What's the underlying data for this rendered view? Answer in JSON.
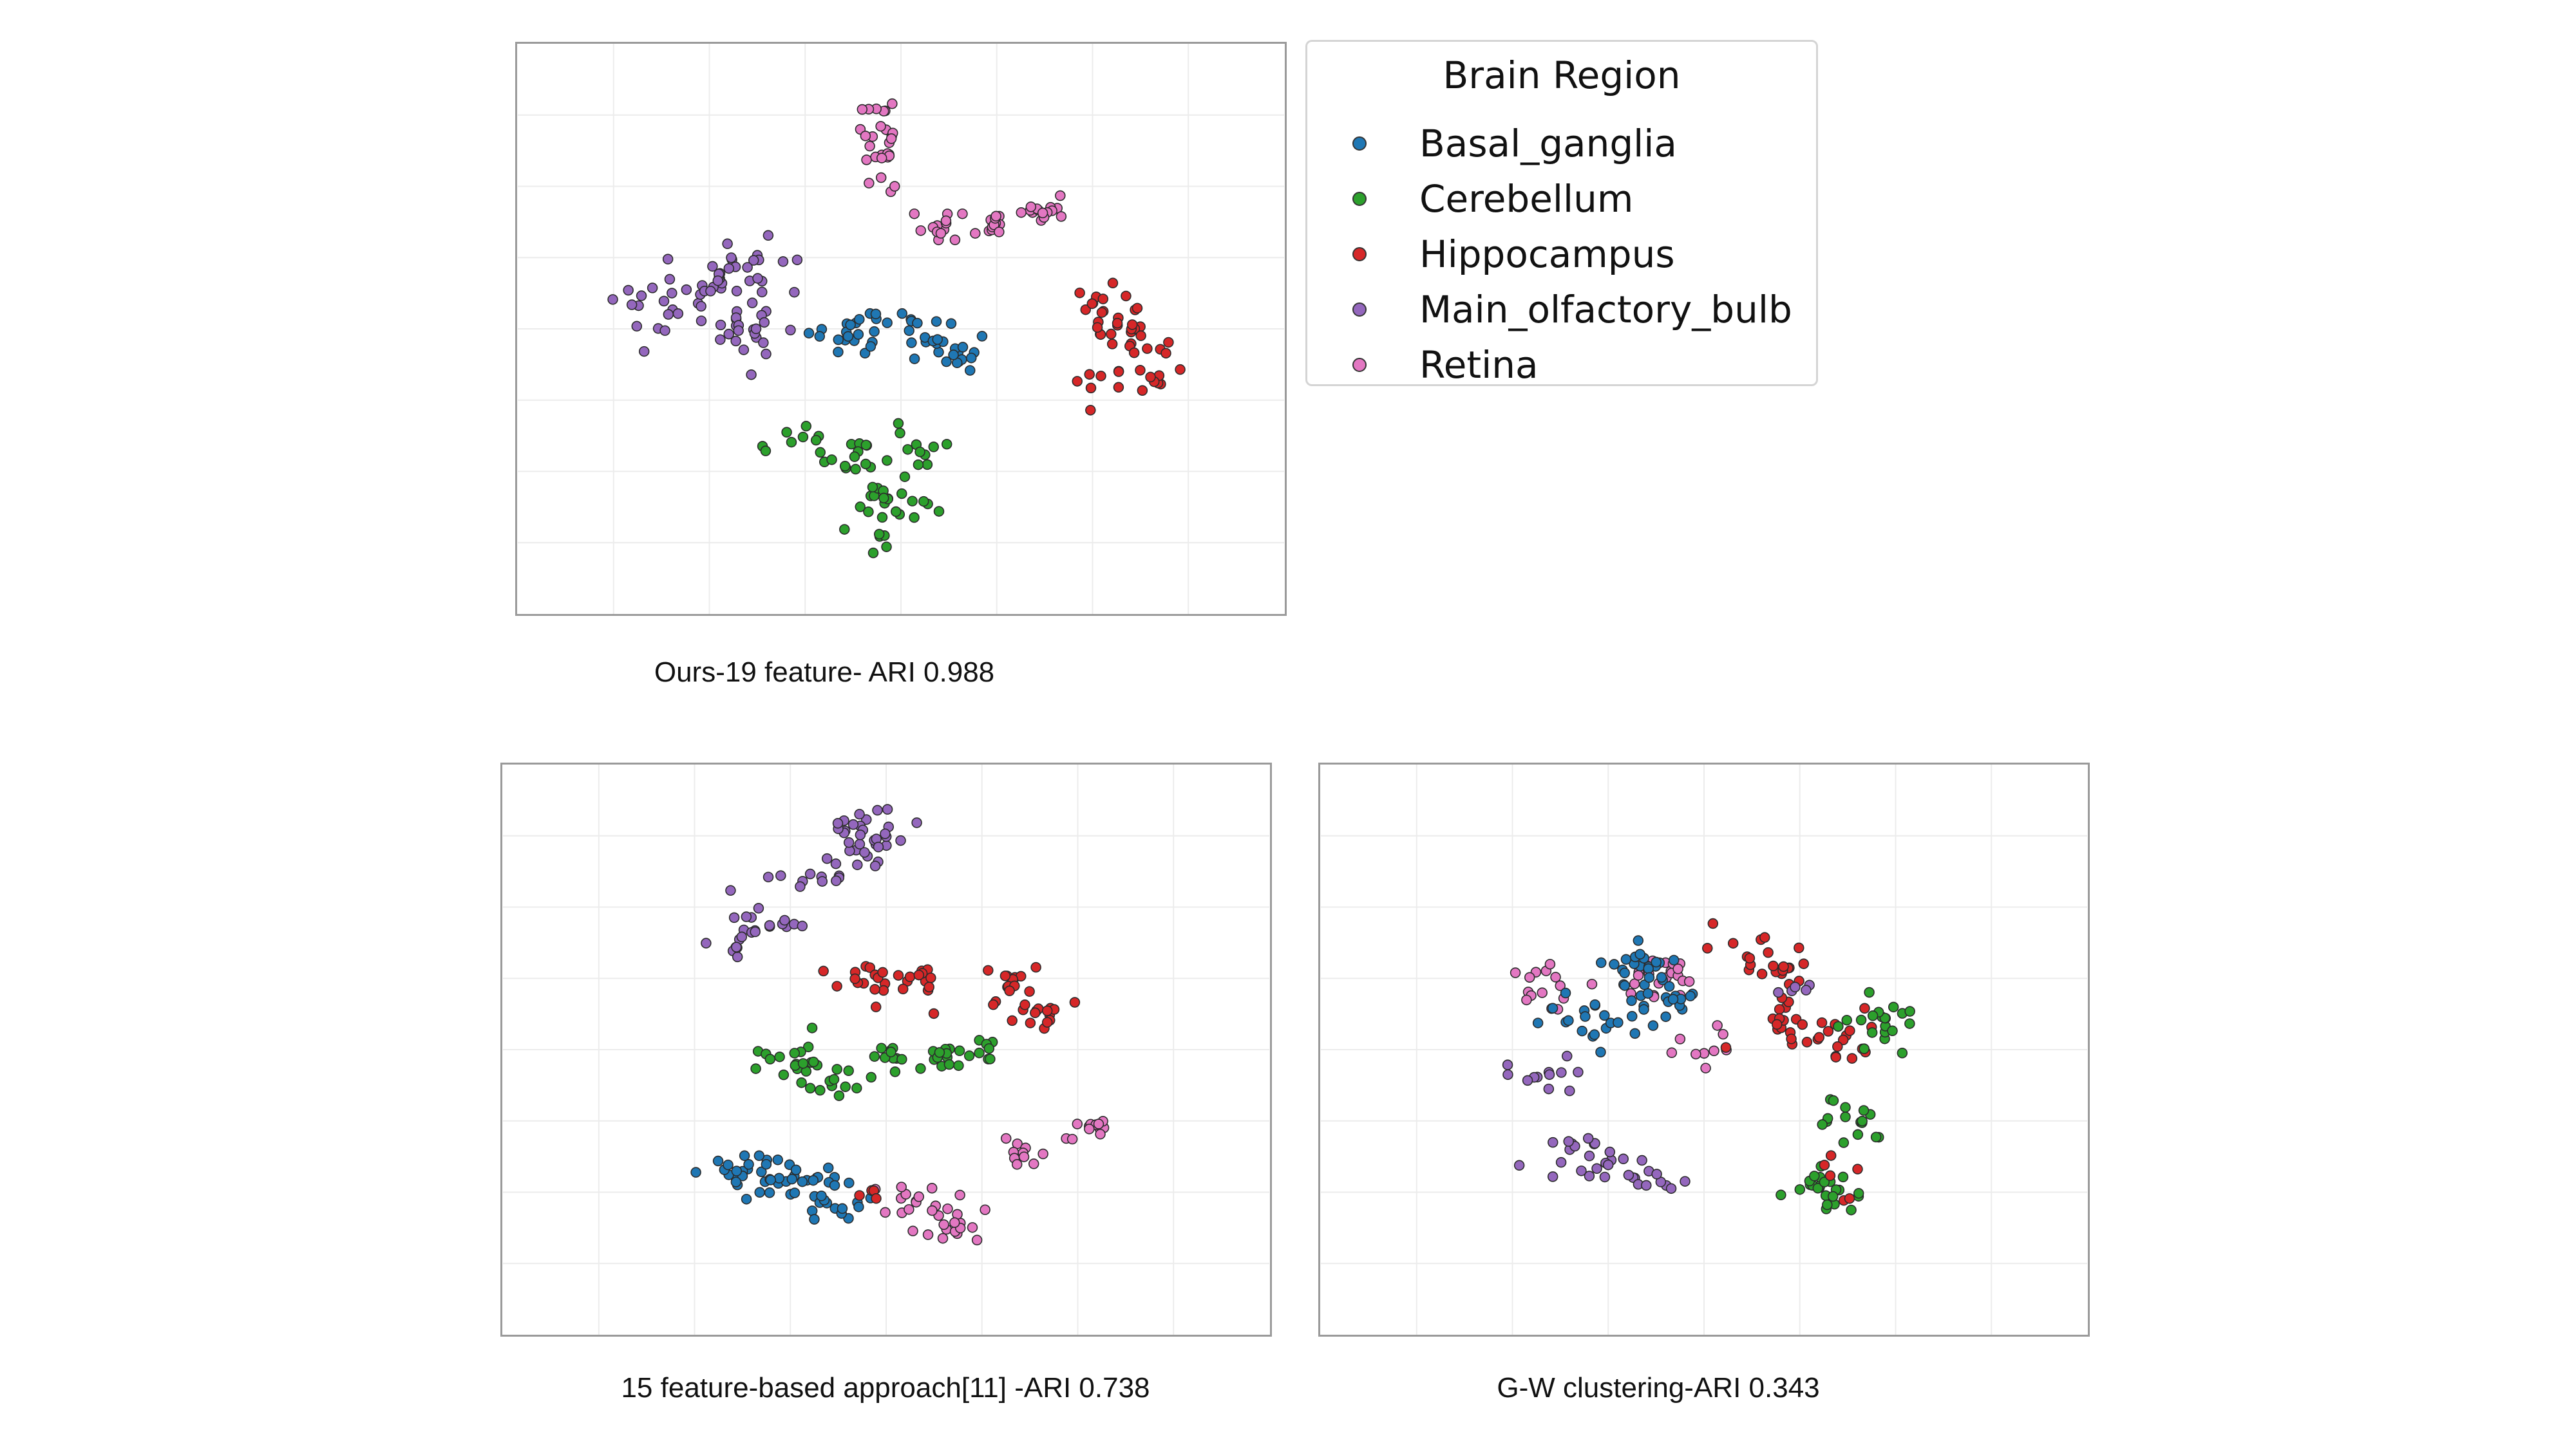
{
  "colors": {
    "Basal_ganglia": "#1f77b4",
    "Cerebellum": "#2ca02c",
    "Hippocampus": "#d62728",
    "Main_olfactory_bulb": "#9467bd",
    "Retina": "#e377c2"
  },
  "legend": {
    "title": "Brain Region",
    "items": [
      {
        "label": "Basal_ganglia",
        "color": "#1f77b4"
      },
      {
        "label": "Cerebellum",
        "color": "#2ca02c"
      },
      {
        "label": "Hippocampus",
        "color": "#d62728"
      },
      {
        "label": "Main_olfactory_bulb",
        "color": "#9467bd"
      },
      {
        "label": "Retina",
        "color": "#e377c2"
      }
    ]
  },
  "captions": {
    "a": "Ours-19 feature- ARI 0.988",
    "b": "15 feature-based approach[11] -ARI  0.738",
    "c": "G-W clustering-ARI 0.343"
  },
  "chart_data": [
    {
      "type": "scatter",
      "title": "",
      "xlim": [
        0,
        8
      ],
      "ylim": [
        0,
        8
      ],
      "grid": true,
      "legend_position": "outside-right",
      "clusters": [
        {
          "series": "Retina",
          "x": [
            3.8,
            3.8,
            3.8,
            3.8
          ],
          "y": [
            7.1,
            6.75,
            6.4,
            6.1
          ],
          "spread": 0.1,
          "n": 28
        },
        {
          "series": "Retina",
          "x": [
            4.4,
            5.0,
            5.5
          ],
          "y": [
            5.4,
            5.45,
            5.7
          ],
          "spread": 0.12,
          "n": 40
        },
        {
          "series": "Main_olfactory_bulb",
          "x": [
            1.5,
            2.1,
            2.5,
            2.4
          ],
          "y": [
            4.4,
            4.6,
            4.85,
            3.9
          ],
          "spread": 0.25,
          "n": 75
        },
        {
          "series": "Basal_ganglia",
          "x": [
            3.45,
            3.9,
            4.4,
            4.6
          ],
          "y": [
            3.95,
            4.15,
            3.9,
            3.6
          ],
          "spread": 0.2,
          "n": 50
        },
        {
          "series": "Hippocampus",
          "x": [
            6.1,
            6.3,
            6.5,
            6.7,
            6.1
          ],
          "y": [
            4.35,
            4.0,
            3.8,
            3.3,
            3.15
          ],
          "spread": 0.16,
          "n": 50
        },
        {
          "series": "Cerebellum",
          "x": [
            2.95,
            3.5,
            4.2,
            3.9,
            3.85
          ],
          "y": [
            2.4,
            2.2,
            2.25,
            1.55,
            1.15
          ],
          "spread": 0.18,
          "n": 60
        }
      ]
    },
    {
      "type": "scatter",
      "title": "",
      "xlim": [
        0,
        8
      ],
      "ylim": [
        0,
        8
      ],
      "grid": true,
      "clusters": [
        {
          "series": "Main_olfactory_bulb",
          "x": [
            2.7,
            3.2,
            3.7,
            3.9
          ],
          "y": [
            5.8,
            6.4,
            6.9,
            7.1
          ],
          "spread": 0.2,
          "n": 60
        },
        {
          "series": "Main_olfactory_bulb",
          "x": [
            2.45
          ],
          "y": [
            5.45
          ],
          "spread": 0.12,
          "n": 8
        },
        {
          "series": "Hippocampus",
          "x": [
            3.8,
            4.3
          ],
          "y": [
            4.9,
            5.0
          ],
          "spread": 0.18,
          "n": 28
        },
        {
          "series": "Hippocampus",
          "x": [
            5.3,
            5.7
          ],
          "y": [
            4.95,
            4.6
          ],
          "spread": 0.17,
          "n": 30
        },
        {
          "series": "Cerebellum",
          "x": [
            3.0,
            3.4
          ],
          "y": [
            3.9,
            3.65
          ],
          "spread": 0.2,
          "n": 30
        },
        {
          "series": "Cerebellum",
          "x": [
            4.1,
            4.6,
            5.1
          ],
          "y": [
            3.85,
            3.95,
            4.0
          ],
          "spread": 0.13,
          "n": 32
        },
        {
          "series": "Basal_ganglia",
          "x": [
            2.5,
            3.0,
            3.4
          ],
          "y": [
            2.3,
            2.1,
            1.9
          ],
          "spread": 0.22,
          "n": 58
        },
        {
          "series": "Retina",
          "x": [
            4.3,
            4.8
          ],
          "y": [
            1.9,
            1.6
          ],
          "spread": 0.17,
          "n": 30
        },
        {
          "series": "Retina",
          "x": [
            5.4,
            6.1
          ],
          "y": [
            2.6,
            2.9
          ],
          "spread": 0.13,
          "n": 22
        },
        {
          "series": "Hippocampus",
          "x": [
            3.8
          ],
          "y": [
            1.95
          ],
          "spread": 0.07,
          "n": 4
        }
      ]
    },
    {
      "type": "scatter",
      "title": "",
      "xlim": [
        0,
        8
      ],
      "ylim": [
        0,
        8
      ],
      "grid": true,
      "clusters": [
        {
          "series": "Retina",
          "x": [
            2.3,
            3.6,
            4.0
          ],
          "y": [
            4.85,
            5.1,
            4.0
          ],
          "spread": 0.22,
          "n": 45
        },
        {
          "series": "Basal_ganglia",
          "x": [
            2.9,
            3.3,
            3.5
          ],
          "y": [
            4.5,
            5.2,
            4.7
          ],
          "spread": 0.22,
          "n": 60
        },
        {
          "series": "Hippocampus",
          "x": [
            4.4,
            4.7,
            5.5,
            4.9
          ],
          "y": [
            5.45,
            5.1,
            4.1,
            4.3
          ],
          "spread": 0.22,
          "n": 55
        },
        {
          "series": "Cerebellum",
          "x": [
            5.8,
            5.5,
            5.35
          ],
          "y": [
            4.4,
            3.0,
            2.0
          ],
          "spread": 0.2,
          "n": 60
        },
        {
          "series": "Main_olfactory_bulb",
          "x": [
            2.4,
            2.8,
            3.4
          ],
          "y": [
            3.7,
            2.5,
            2.3
          ],
          "spread": 0.22,
          "n": 45
        },
        {
          "series": "Main_olfactory_bulb",
          "x": [
            4.9
          ],
          "y": [
            4.9
          ],
          "spread": 0.1,
          "n": 5
        },
        {
          "series": "Hippocampus",
          "x": [
            5.4,
            5.5
          ],
          "y": [
            2.4,
            1.9
          ],
          "spread": 0.12,
          "n": 6
        }
      ]
    }
  ]
}
